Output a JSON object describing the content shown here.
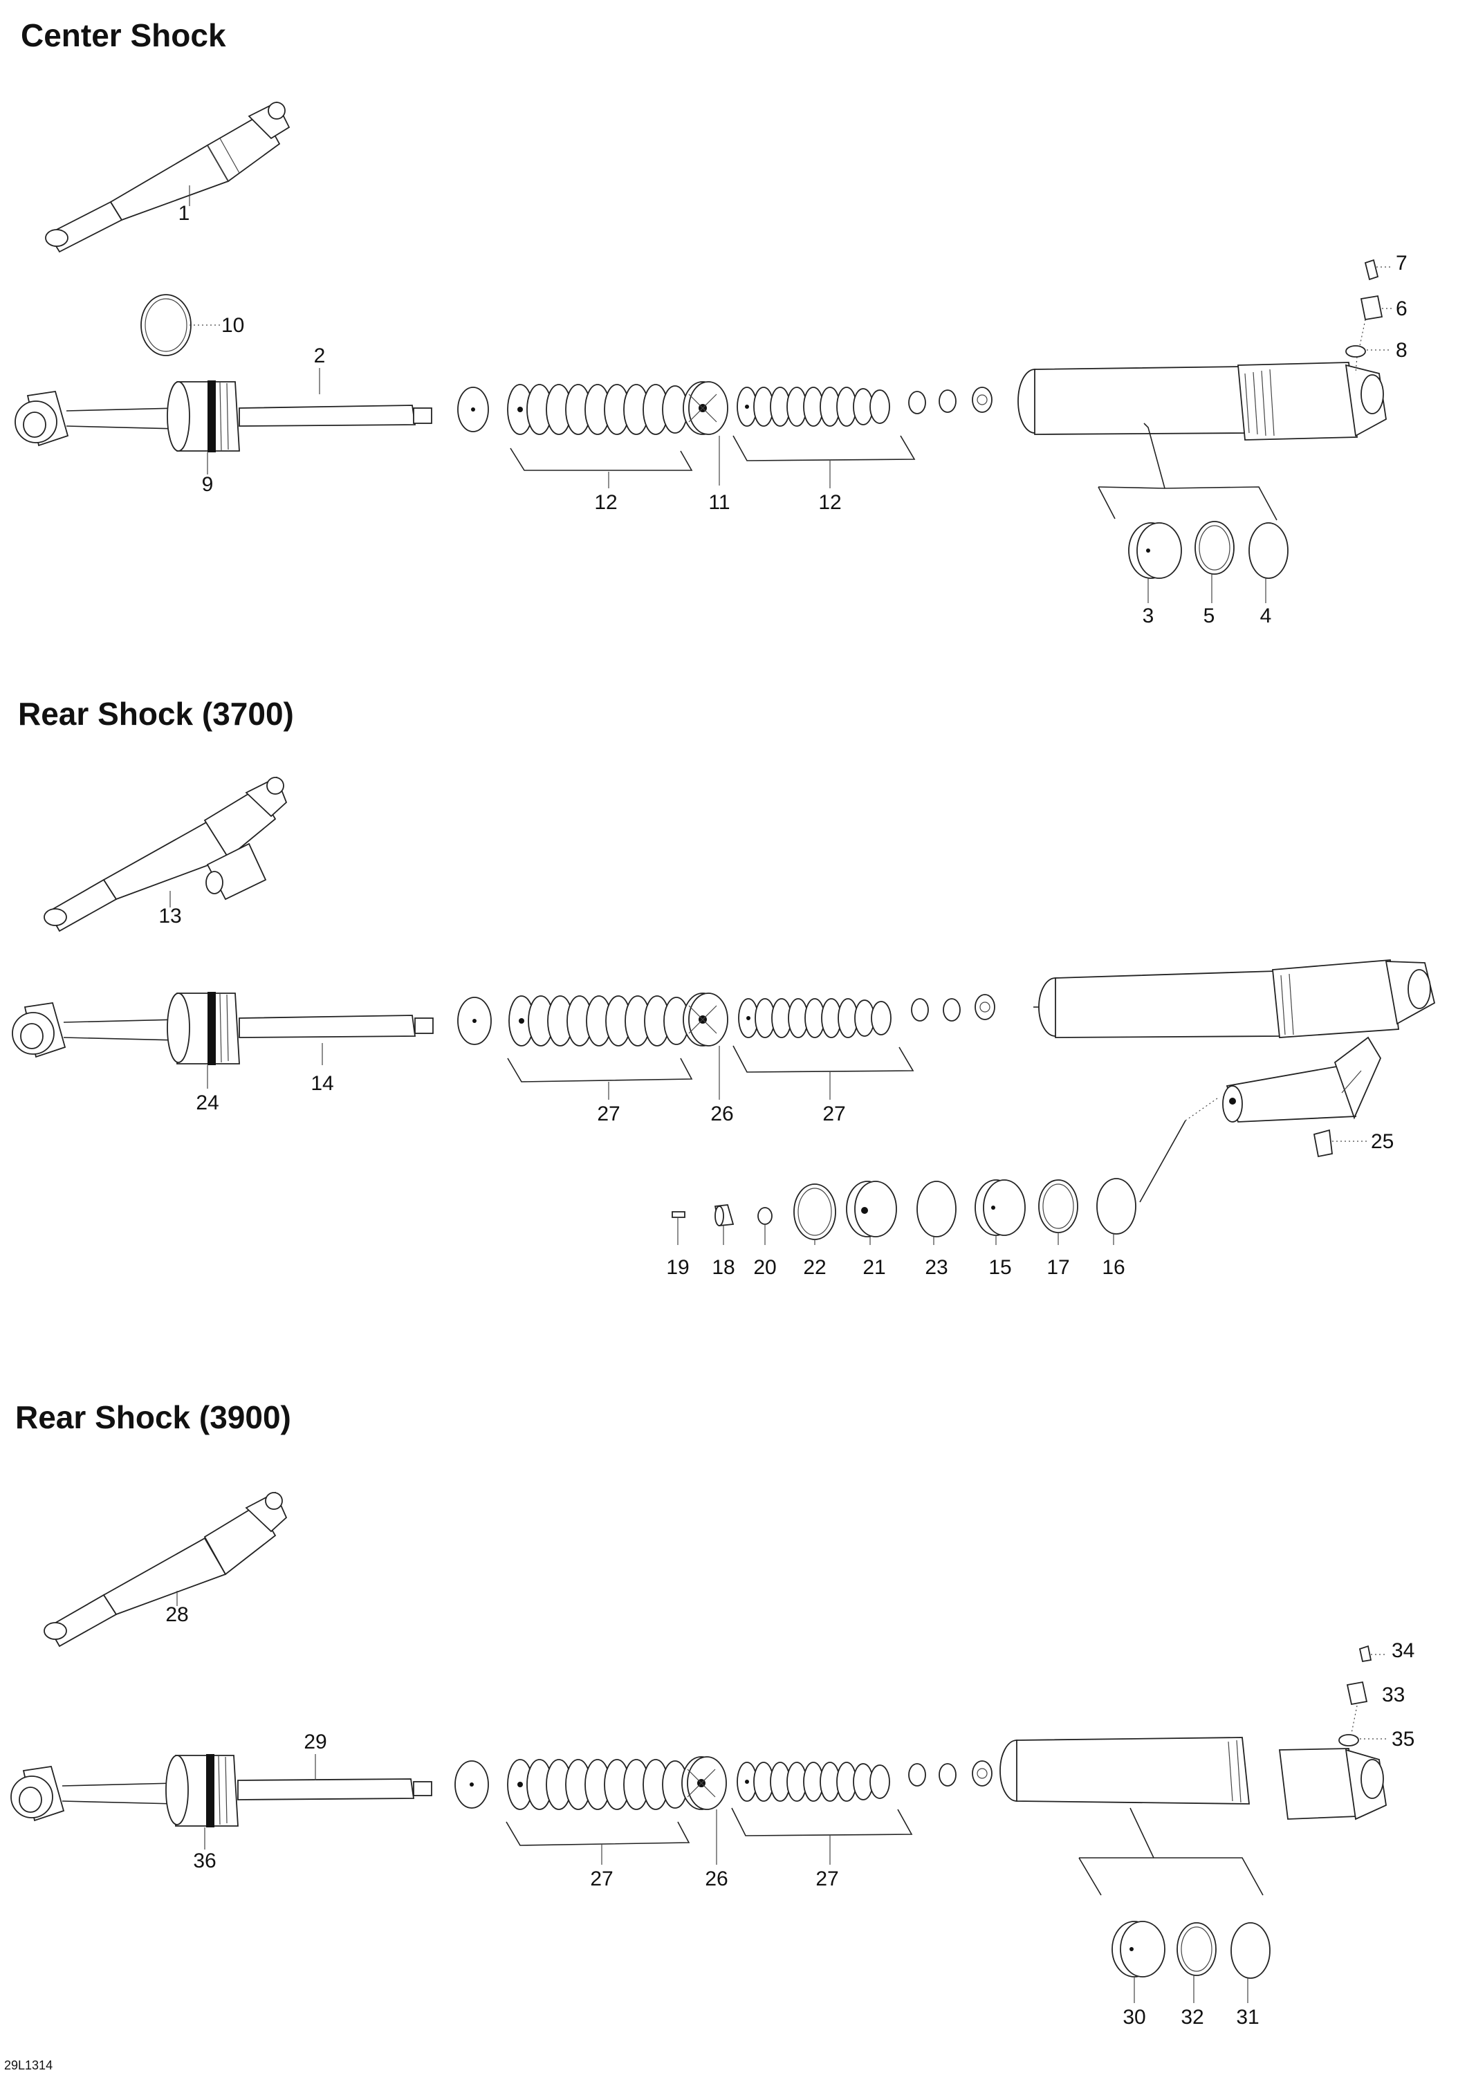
{
  "sections": [
    {
      "title": "Center Shock"
    },
    {
      "title": "Rear Shock (3700)"
    },
    {
      "title": "Rear Shock (3900)"
    }
  ],
  "callouts": {
    "center": [
      "1",
      "2",
      "3",
      "4",
      "5",
      "6",
      "7",
      "8",
      "9",
      "10",
      "11",
      "12",
      "12"
    ],
    "rear_3700": [
      "13",
      "14",
      "15",
      "16",
      "17",
      "18",
      "19",
      "20",
      "21",
      "22",
      "23",
      "24",
      "25",
      "26",
      "27",
      "27"
    ],
    "rear_3900": [
      "26",
      "27",
      "27",
      "28",
      "29",
      "30",
      "31",
      "32",
      "33",
      "34",
      "35",
      "36"
    ]
  },
  "figure_code": "29L1314"
}
